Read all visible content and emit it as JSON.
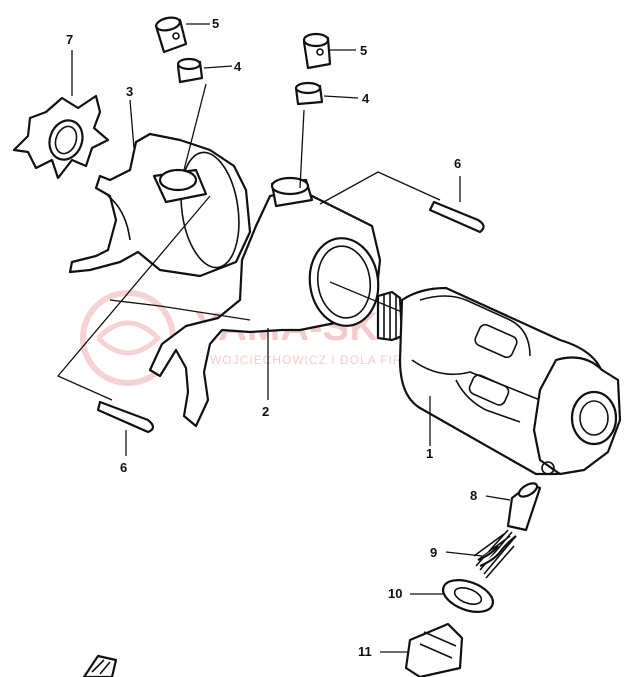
{
  "callouts": [
    {
      "id": "1",
      "text": "1"
    },
    {
      "id": "2",
      "text": "2"
    },
    {
      "id": "3",
      "text": "3"
    },
    {
      "id": "4a",
      "text": "4"
    },
    {
      "id": "4b",
      "text": "4"
    },
    {
      "id": "5a",
      "text": "5"
    },
    {
      "id": "5b",
      "text": "5"
    },
    {
      "id": "6a",
      "text": "6"
    },
    {
      "id": "6b",
      "text": "6"
    },
    {
      "id": "7",
      "text": "7"
    },
    {
      "id": "8",
      "text": "8"
    },
    {
      "id": "9",
      "text": "9"
    },
    {
      "id": "10",
      "text": "10"
    },
    {
      "id": "11",
      "text": "11"
    }
  ],
  "watermark": {
    "brand": "YAMA-SKLEP.PL",
    "subtitle": "WOJCIECHOWICZ I DOLA FIRMA",
    "color": "#e06a6a"
  },
  "colors": {
    "ink": "#111111",
    "paper": "#ffffff"
  }
}
